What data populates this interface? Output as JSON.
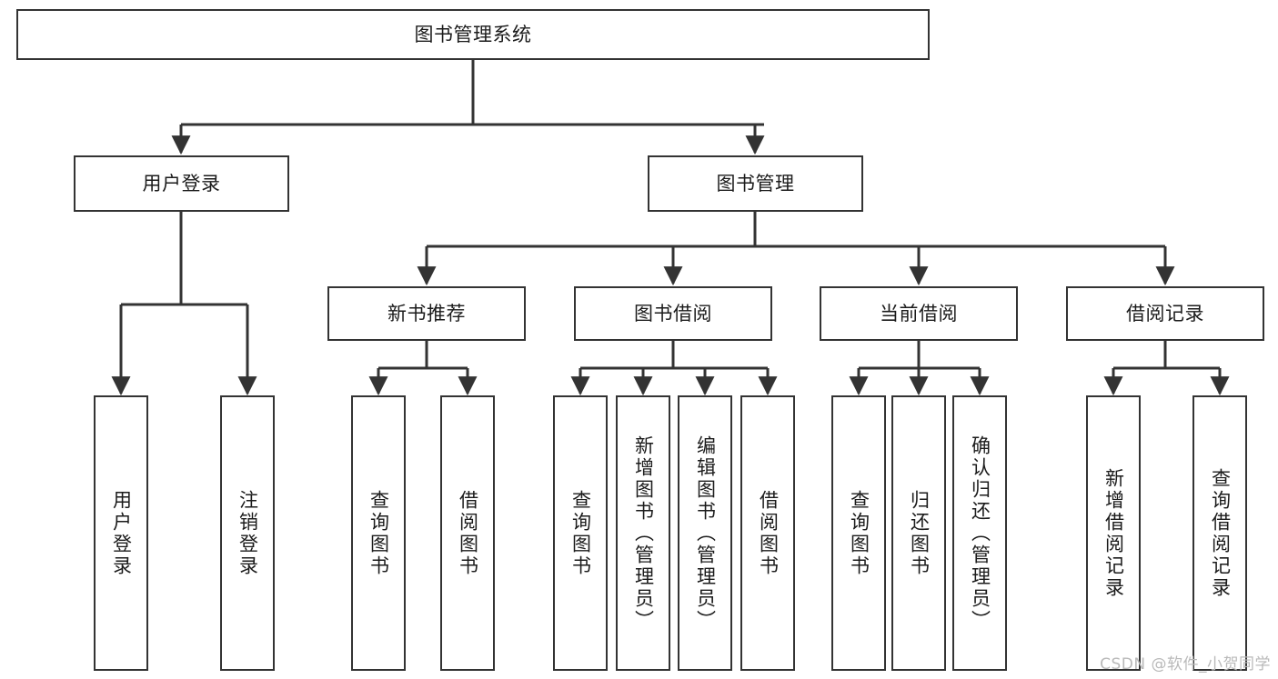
{
  "diagram": {
    "title": "图书管理系统",
    "watermark": "CSDN @软件_小贺同学",
    "theme": {
      "background": "#ffffff",
      "border": "#333333",
      "text": "#1b1b1b",
      "watermark_color": "#b9b9b9"
    },
    "root": {
      "label": "图书管理系统"
    },
    "level2": [
      {
        "label": "用户登录"
      },
      {
        "label": "图书管理"
      }
    ],
    "level3": [
      {
        "label": "新书推荐"
      },
      {
        "label": "图书借阅"
      },
      {
        "label": "当前借阅"
      },
      {
        "label": "借阅记录"
      }
    ],
    "leaves": {
      "user_login": [
        {
          "label": "用户登录"
        },
        {
          "label": "注销登录"
        }
      ],
      "new_book_recommend": [
        {
          "label": "查询图书"
        },
        {
          "label": "借阅图书"
        }
      ],
      "book_borrow": [
        {
          "label": "查询图书"
        },
        {
          "label": "新增图书（管理员）"
        },
        {
          "label": "编辑图书（管理员）"
        },
        {
          "label": "借阅图书"
        }
      ],
      "current_borrow": [
        {
          "label": "查询图书"
        },
        {
          "label": "归还图书"
        },
        {
          "label": "确认归还（管理员）"
        }
      ],
      "borrow_records": [
        {
          "label": "新增借阅记录"
        },
        {
          "label": "查询借阅记录"
        }
      ]
    }
  }
}
